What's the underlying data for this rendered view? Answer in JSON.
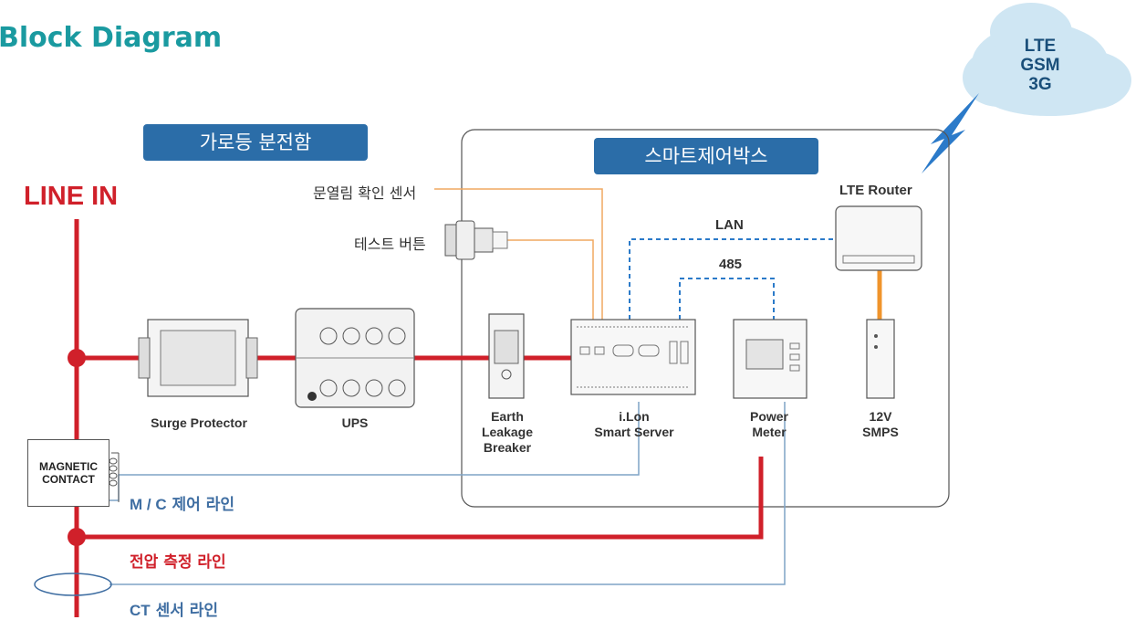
{
  "title": "Block Diagram",
  "cloud": {
    "lines": [
      "LTE",
      "GSM",
      "3G"
    ]
  },
  "panel_label": "가로등 분전함",
  "smart_box_label": "스마트제어박스",
  "line_in": "LINE IN",
  "door_sensor": "문열림 확인 센서",
  "test_button": "테스트 버튼",
  "lan": "LAN",
  "rs485": "485",
  "lte_router": "LTE Router",
  "devices": {
    "surge_protector": "Surge Protector",
    "ups": "UPS",
    "elb": [
      "Earth",
      "Leakage",
      "Breaker"
    ],
    "ilon": [
      "i.Lon",
      "Smart Server"
    ],
    "power_meter": [
      "Power",
      "Meter"
    ],
    "smps": [
      "12V",
      "SMPS"
    ]
  },
  "magnetic_contact": [
    "MAGNETIC",
    "CONTACT"
  ],
  "lines": {
    "mc_control": "M / C 제어 라인",
    "mc_control_prefix": "M / C",
    "mc_control_suffix": "제어 라인",
    "voltage": "전압 측정 라인",
    "ct_prefix": "CT",
    "ct_suffix": "센서 라인"
  },
  "colors": {
    "power_line": "#d0202a",
    "signal_line": "#7fa4c6",
    "dashed_network": "#2b7ac9",
    "orange_wire": "#f0a860",
    "label_blue": "#2b6da8",
    "title_teal": "#1a9aa0"
  }
}
